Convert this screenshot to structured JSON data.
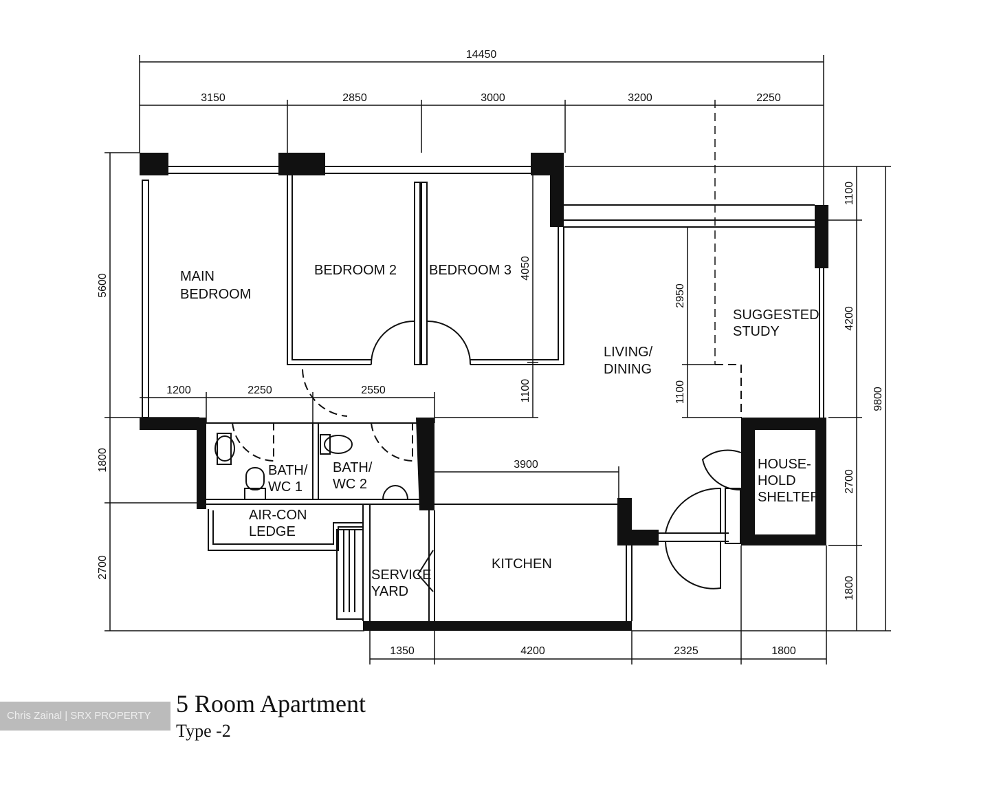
{
  "plan": {
    "title": "5 Room Apartment",
    "subtitle": "Type -2",
    "watermark": "Chris Zainal | SRX PROPERTY",
    "rooms": {
      "main_bedroom": [
        "MAIN",
        "BEDROOM"
      ],
      "bedroom2": "BEDROOM 2",
      "bedroom3": "BEDROOM 3",
      "living_dining": [
        "LIVING/",
        "DINING"
      ],
      "suggested_study": [
        "SUGGESTED",
        "STUDY"
      ],
      "bath1": [
        "BATH/",
        "WC 1"
      ],
      "bath2": [
        "BATH/",
        "WC 2"
      ],
      "aircon_ledge": [
        "AIR-CON",
        "LEDGE"
      ],
      "household_shelter": [
        "HOUSE-",
        "HOLD",
        "SHELTER"
      ],
      "service_yard": [
        "SERVICE",
        "YARD"
      ],
      "kitchen": "KITCHEN"
    },
    "dimensions": {
      "overall_width": "14450",
      "top": [
        "3150",
        "2850",
        "3000",
        "3200",
        "2250"
      ],
      "left": [
        "5600",
        "1800",
        "2700"
      ],
      "right": [
        "1100",
        "4200",
        "2700",
        "1800"
      ],
      "overall_depth": "9800",
      "bottom": [
        "1350",
        "4200",
        "2325",
        "1800"
      ],
      "bedroom3_depth": "4050",
      "corridor_1100_a": "1100",
      "study_2950": "2950",
      "study_1100": "1100",
      "bath_row": [
        "1200",
        "2250",
        "2550"
      ],
      "kitchen_3900": "3900"
    }
  }
}
